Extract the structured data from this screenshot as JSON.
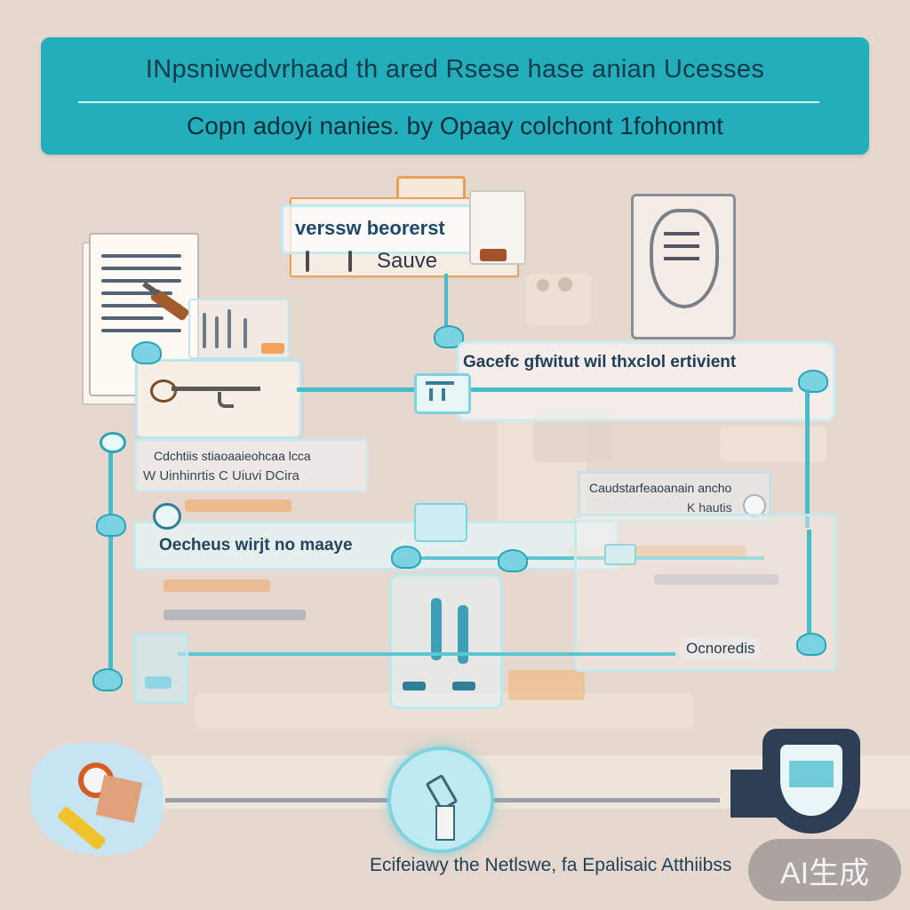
{
  "header": {
    "title": "INpsniwedvrhaad th ared Rsese hase anian Ucesses",
    "subtitle": "Copn adoyi nanies. by Opaay colchont 1fohonmt"
  },
  "boxes": {
    "top_label": "verssw beorerst",
    "top_sub": "Sauve",
    "gate_label": "Gacefc gfwitut wil thxclol ertivient",
    "list_label": "Cdchtiis stiaoaaieohcaa lcca",
    "list_sub": "W  Uinhinrtis C Uiuvi DCira",
    "custom_label": "Caudstarfeaoanain ancho",
    "custom_sub": "K  hautis",
    "checks_label": "Oecheus wirjt no maaye",
    "ornared_label": "Ocnoredis",
    "footer_label": "Ecifeiawy the Netlswe, fa Epalisaic Atthiibss"
  },
  "watermark": "AI生成",
  "colors": {
    "banner": "#22aeba",
    "connector": "#48bccb",
    "background": "#e6d8ce",
    "accent_orange": "#f2a25c"
  }
}
